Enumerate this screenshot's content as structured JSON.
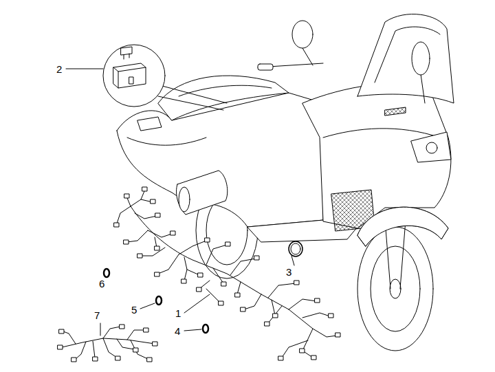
{
  "diagram": {
    "labels": [
      "2",
      "3",
      "6",
      "1",
      "5",
      "7",
      "4"
    ]
  }
}
